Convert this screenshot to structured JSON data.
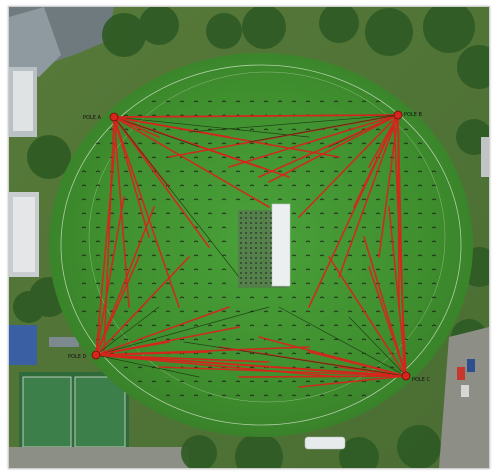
{
  "poles": [
    {
      "id": "pole-a",
      "label": "POLE A"
    },
    {
      "id": "pole-b",
      "label": "POLE B"
    },
    {
      "id": "pole-c",
      "label": "POLE C"
    },
    {
      "id": "pole-d",
      "label": "POLE D"
    }
  ],
  "colors": {
    "aim_line": "#d8241c",
    "aim_line_dark": "#1d3a14",
    "field_grass": "#3f8f2e",
    "outfield_grass": "#4f8a36",
    "pitch": "#e9ece8",
    "markers": "#1b1b1b"
  }
}
